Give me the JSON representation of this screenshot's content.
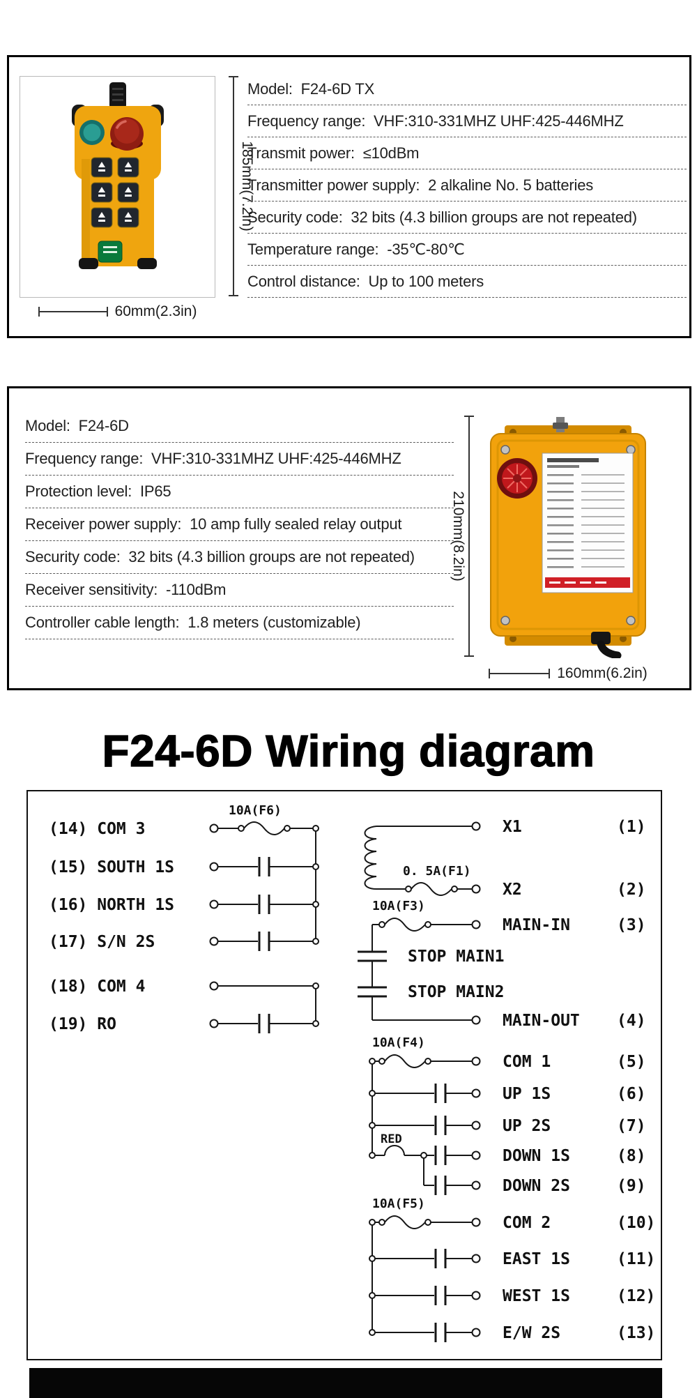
{
  "transmitter": {
    "height_label": "185mm(7.2in)",
    "width_label": "60mm(2.3in)",
    "specs": [
      "Model:  F24-6D TX",
      "Frequency range:  VHF:310-331MHZ UHF:425-446MHZ",
      "Transmit power:  ≤10dBm",
      "Transmitter power supply:  2 alkaline No. 5 batteries",
      "Security code:  32 bits (4.3 billion groups are not repeated)",
      "Temperature range:  -35℃-80℃",
      "Control distance:  Up to 100 meters"
    ]
  },
  "receiver": {
    "height_label": "210mm(8.2in)",
    "width_label": "160mm(6.2in)",
    "specs": [
      "Model:  F24-6D",
      "Frequency range:  VHF:310-331MHZ UHF:425-446MHZ",
      "Protection level:  IP65",
      "Receiver power supply:  10 amp fully sealed relay output",
      "Security code:  32 bits (4.3 billion groups are not repeated)",
      "Receiver sensitivity:  -110dBm",
      "Controller cable length:  1.8 meters (customizable)"
    ]
  },
  "wiring": {
    "title": "F24-6D Wiring diagram",
    "left_terminals": [
      "(14) COM 3",
      "(15) SOUTH 1S",
      "(16) NORTH 1S",
      "(17) S/N 2S",
      "(18) COM 4",
      "(19) RO"
    ],
    "right_terminals": [
      {
        "name": "X1",
        "num": "(1)"
      },
      {
        "name": "X2",
        "num": "(2)"
      },
      {
        "name": "MAIN-IN",
        "num": "(3)"
      },
      {
        "name": "STOP MAIN1",
        "num": ""
      },
      {
        "name": "STOP MAIN2",
        "num": ""
      },
      {
        "name": "MAIN-OUT",
        "num": "(4)"
      },
      {
        "name": "COM 1",
        "num": "(5)"
      },
      {
        "name": "UP 1S",
        "num": "(6)"
      },
      {
        "name": "UP 2S",
        "num": "(7)"
      },
      {
        "name": "DOWN 1S",
        "num": "(8)"
      },
      {
        "name": "DOWN 2S",
        "num": "(9)"
      },
      {
        "name": "COM 2",
        "num": "(10)"
      },
      {
        "name": "EAST 1S",
        "num": "(11)"
      },
      {
        "name": "WEST 1S",
        "num": "(12)"
      },
      {
        "name": "E/W 2S",
        "num": "(13)"
      }
    ],
    "fuses": {
      "f6": "10A(F6)",
      "f1": "0. 5A(F1)",
      "f3": "10A(F3)",
      "f4": "10A(F4)",
      "f5": "10A(F5)"
    },
    "red_label": "RED"
  }
}
